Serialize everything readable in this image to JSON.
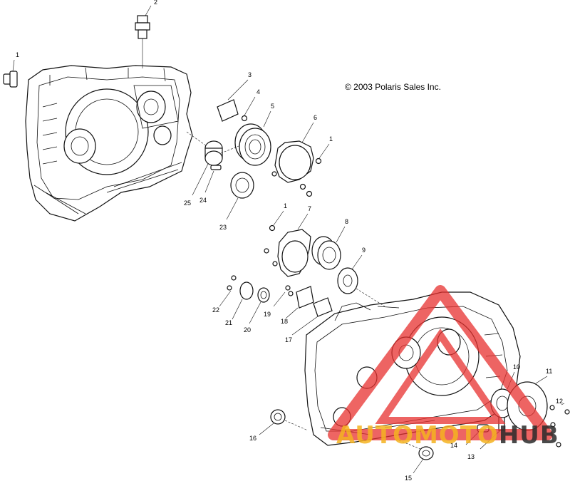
{
  "copyright": "© 2003 Polaris Sales Inc.",
  "callouts": [
    "1",
    "2",
    "3",
    "4",
    "5",
    "6",
    "1",
    "1",
    "7",
    "8",
    "9",
    "10",
    "11",
    "12",
    "13",
    "14",
    "15",
    "16",
    "17",
    "18",
    "19",
    "20",
    "21",
    "22",
    "23",
    "24",
    "25"
  ],
  "watermark": {
    "part_a": "AUTOMOTO",
    "part_b": "HUB",
    "color_a": "#f5b321",
    "color_b": "#2b2b2b",
    "emblem_color": "#e8312f"
  }
}
